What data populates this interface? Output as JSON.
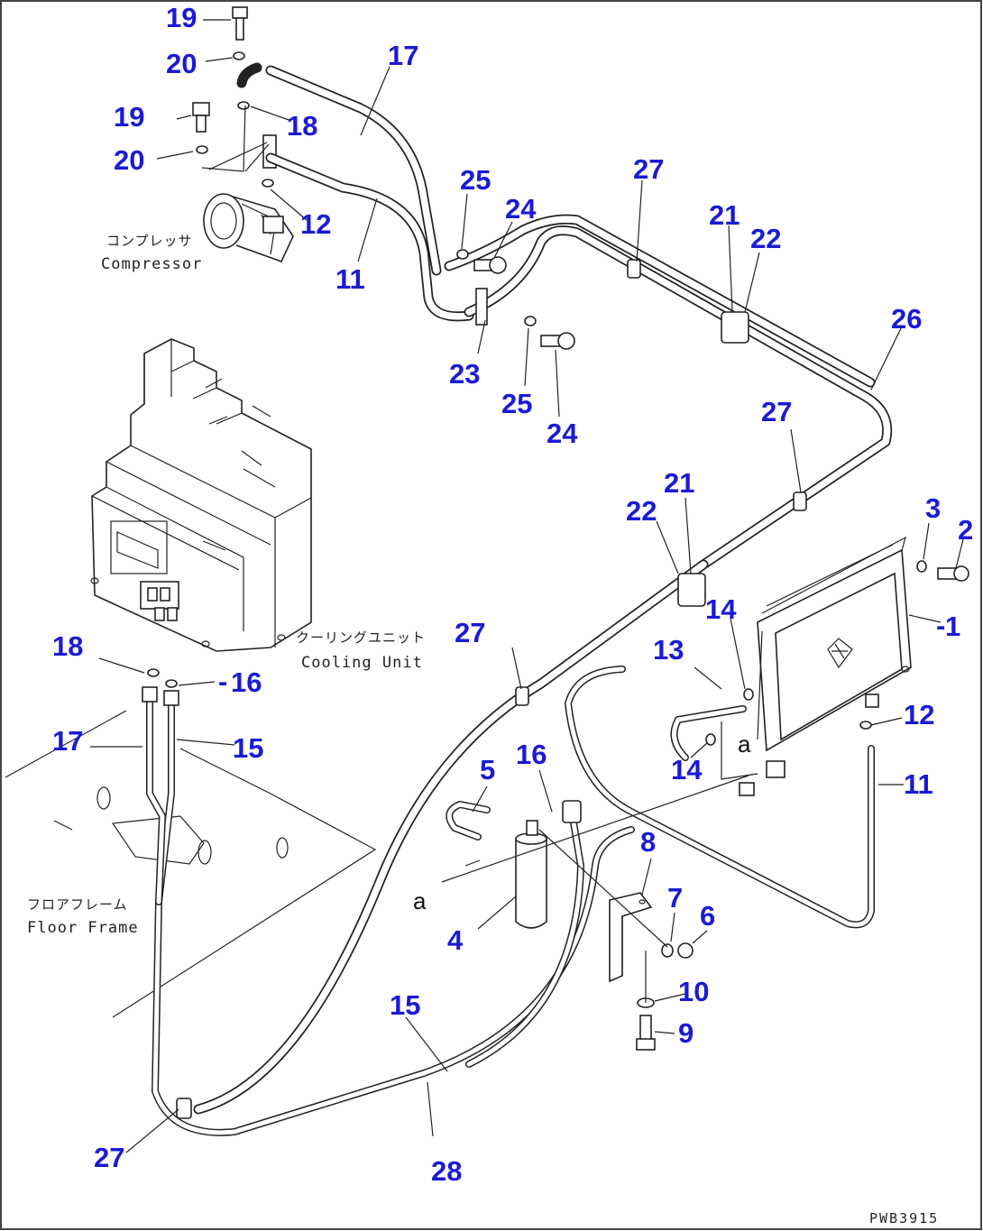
{
  "diagram": {
    "callouts": {
      "c19a": "19",
      "c20a": "20",
      "c17a": "17",
      "c19b": "19",
      "c18a": "18",
      "c20b": "20",
      "c12a": "12",
      "c11a": "11",
      "c25a": "25",
      "c24a": "24",
      "c27a": "27",
      "c21a": "21",
      "c22a": "22",
      "c26": "26",
      "c23": "23",
      "c25b": "25",
      "c24b": "24",
      "c27b": "27",
      "c21b": "21",
      "c22b": "22",
      "c3": "3",
      "c2": "2",
      "c1": "1",
      "c14a": "14",
      "c13": "13",
      "c27c": "27",
      "c18b": "18",
      "c16a": "16",
      "c17b": "17",
      "c15a": "15",
      "c12b": "12",
      "c14b": "14",
      "c11b": "11",
      "c5": "5",
      "c16b": "16",
      "c8": "8",
      "c7": "7",
      "c6": "6",
      "c4": "4",
      "c10": "10",
      "c9": "9",
      "c15b": "15",
      "c27d": "27",
      "c28": "28"
    },
    "labels": {
      "compressor_jp": "コンプレッサ",
      "compressor_en": "Compressor",
      "cooling_unit_jp": "クーリングユニット",
      "cooling_unit_en": "Cooling Unit",
      "floor_frame_jp": "フロアフレーム",
      "floor_frame_en": "Floor Frame",
      "ref_a_upper": "a",
      "ref_a_lower": "a"
    },
    "drawing_code": "PWB3915"
  },
  "colors": {
    "callout": "#1a1ad6",
    "line": "#222222",
    "background": "#ffffff"
  }
}
